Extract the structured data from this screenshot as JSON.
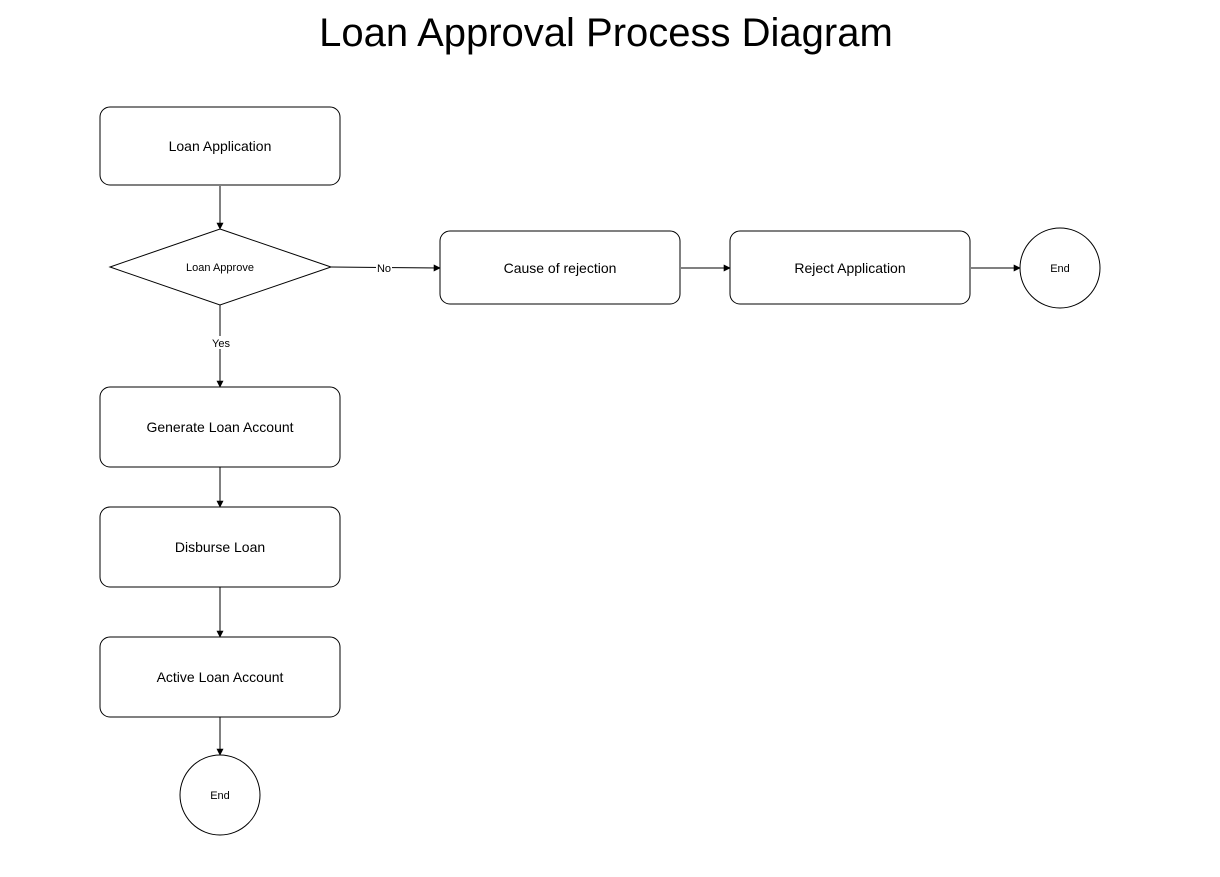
{
  "title": "Loan Approval Process Diagram",
  "nodes": {
    "loan_application": "Loan Application",
    "loan_approve": "Loan Approve",
    "cause_of_rejection": "Cause of rejection",
    "reject_application": "Reject Application",
    "end_right": "End",
    "generate_loan_account": "Generate Loan Account",
    "disburse_loan": "Disburse Loan",
    "active_loan_account": "Active Loan Account",
    "end_bottom": "End"
  },
  "edges": {
    "no_label": "No",
    "yes_label": "Yes"
  },
  "colors": {
    "stroke": "#000000",
    "fill": "#ffffff",
    "background": "#ffffff"
  }
}
